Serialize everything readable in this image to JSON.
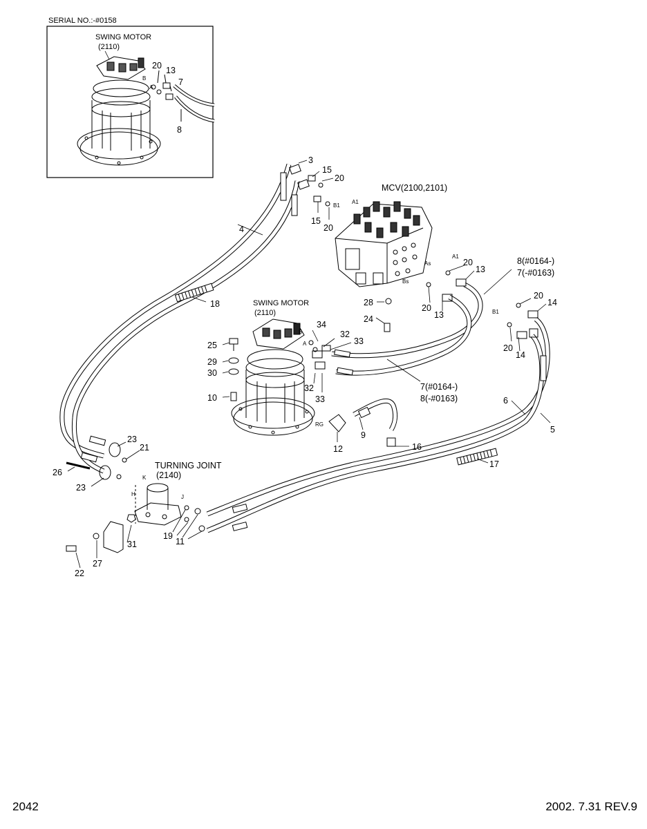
{
  "inset": {
    "serial_label": "SERIAL NO.:-#0158",
    "motor_title": "SWING MOTOR",
    "motor_code": "(2110)",
    "part_numbers": [
      "20",
      "13",
      "7",
      "8"
    ],
    "port_labels": [
      "A",
      "B"
    ]
  },
  "main": {
    "swing_motor_title": "SWING MOTOR",
    "swing_motor_code": "(2110)",
    "mcv_label": "MCV(2100,2101)",
    "turning_joint_title": "TURNING JOINT",
    "turning_joint_code": "(2140)",
    "callouts": {
      "p3": "3",
      "p15a": "15",
      "p20a": "20",
      "p15b": "15",
      "p20b": "20",
      "p4": "4",
      "p18": "18",
      "p20c": "20",
      "p13a": "13",
      "p8_serial": "8(#0164-)",
      "p7_serial": "7(-#0163)",
      "p20d": "20",
      "p14a": "14",
      "p28": "28",
      "p24": "24",
      "p20e": "20",
      "p13b": "13",
      "p20f": "20",
      "p14b": "14",
      "p34": "34",
      "p32a": "32",
      "p33a": "33",
      "p25": "25",
      "p29": "29",
      "p30": "30",
      "p10": "10",
      "p32b": "32",
      "p33b": "33",
      "p7_serial_b": "7(#0164-)",
      "p8_serial_b": "8(-#0163)",
      "p6": "6",
      "p5": "5",
      "p9": "9",
      "p16": "16",
      "p12": "12",
      "p17": "17",
      "p23a": "23",
      "p21": "21",
      "p26": "26",
      "p23b": "23",
      "p19": "19",
      "p11": "11",
      "p31": "31",
      "p27": "27",
      "p22": "22"
    },
    "port_labels": {
      "a1": "A1",
      "b1_top": "B1",
      "as": "As",
      "bs": "Bs",
      "a1_right": "A1",
      "b1_right": "B1",
      "motor_a": "A",
      "motor_b": "B",
      "rg": "RG",
      "h": "H",
      "j": "J",
      "k": "K"
    }
  },
  "footer": {
    "page_number": "2042",
    "revision": "2002. 7.31  REV.9"
  }
}
